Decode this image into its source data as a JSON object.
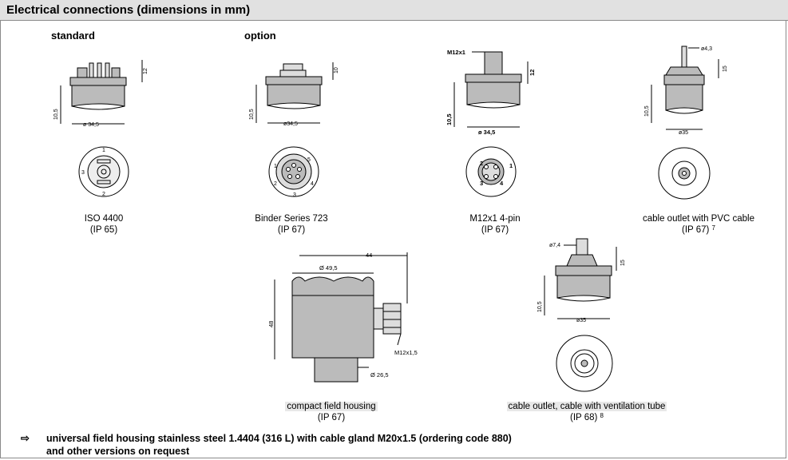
{
  "header": {
    "title": "Electrical connections (dimensions in mm)"
  },
  "labels": {
    "standard": "standard",
    "option": "option"
  },
  "connectors": [
    {
      "caption": "ISO 4400",
      "ip": "(IP 65)",
      "dims": {
        "h": "12",
        "side": "10,5",
        "dia": "ø 34,5"
      },
      "pins": [
        "1",
        "2",
        "3"
      ]
    },
    {
      "caption": "Binder Series 723",
      "ip": "(IP 67)",
      "dims": {
        "h": "10",
        "side": "10,5",
        "dia": "ø34,5"
      },
      "pins": [
        "1",
        "2",
        "3",
        "4",
        "5"
      ]
    },
    {
      "caption": "M12x1 4-pin",
      "ip": "(IP 67)",
      "dims": {
        "thread": "M12x1",
        "h": "12",
        "side": "10,5",
        "dia": "ø 34,5"
      },
      "pins": [
        "1",
        "2",
        "3",
        "4"
      ]
    },
    {
      "caption": "cable outlet with PVC cable",
      "ip": "(IP 67)",
      "footnote": "7",
      "dims": {
        "cable": "ø4,3",
        "h": "15",
        "side": "10,5",
        "dia": "ø35"
      }
    },
    {
      "caption": "compact field housing",
      "ip": "(IP 67)",
      "dims": {
        "w": "44",
        "dia_top": "Ø 49,5",
        "h": "48",
        "gland": "M12x1,5",
        "dia_bottom": "Ø 26,5"
      }
    },
    {
      "caption": "cable outlet, cable with ventilation tube",
      "ip": "(IP 68)",
      "footnote": "8",
      "dims": {
        "cable": "ø7,4",
        "h": "15",
        "side": "10,5",
        "dia": "ø35"
      }
    }
  ],
  "footer": {
    "arrow": "⇨",
    "line1": "universal field housing stainless steel 1.4404 (316 L) with cable gland M20x1.5 (ordering code 880)",
    "line2": "and other versions on request"
  }
}
